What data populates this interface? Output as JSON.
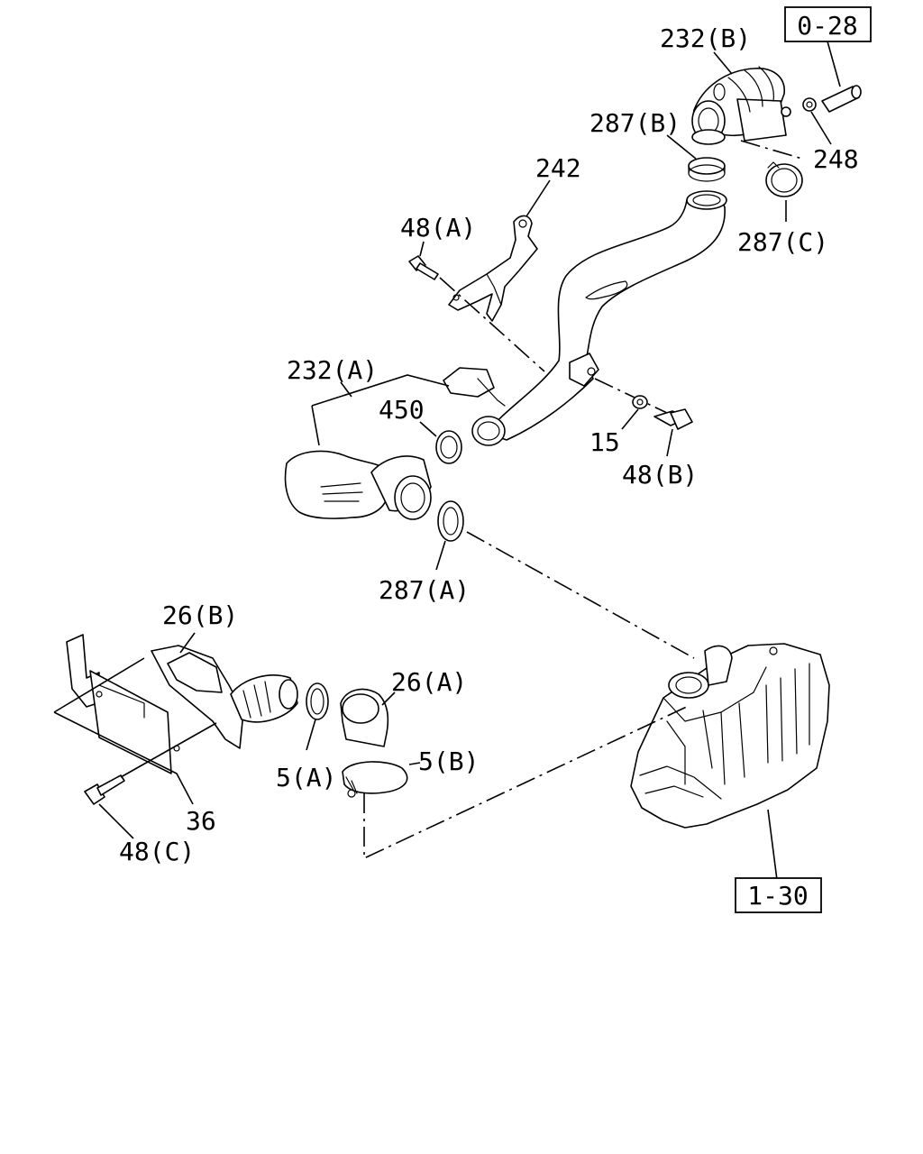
{
  "labels": {
    "ref_0_28": "0-28",
    "ref_1_30": "1-30",
    "p232b": "232(B)",
    "p287b": "287(B)",
    "p248": "248",
    "p287c": "287(C)",
    "p242": "242",
    "p48a": "48(A)",
    "p232a": "232(A)",
    "p450": "450",
    "p15": "15",
    "p48b": "48(B)",
    "p287a": "287(A)",
    "p26b": "26(B)",
    "p26a": "26(A)",
    "p5a": "5(A)",
    "p5b": "5(B)",
    "p36": "36",
    "p48c": "48(C)"
  }
}
